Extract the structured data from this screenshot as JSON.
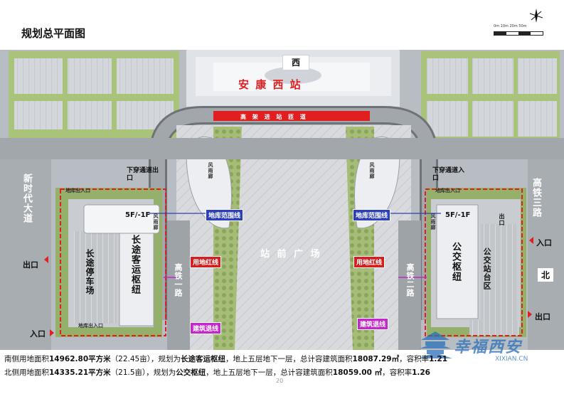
{
  "header": {
    "title": "规划总平面图",
    "scale_ticks": "0m  10m  20m        50m"
  },
  "station": {
    "badge": "西",
    "name": "安 康 西 站",
    "viaduct": "高 架 进 站 匝 道",
    "plaza": "站 前 广 场"
  },
  "roads": {
    "west_avenue": "新时代大道",
    "east_road": "高铁三路",
    "rail_road_1_left": "高铁一路",
    "rail_road_1_right": "高铁二路",
    "north_marker": "北"
  },
  "entrances": {
    "west_exit": "出口",
    "west_entry": "入口",
    "east_entry": "入口",
    "east_exit": "出口",
    "tunnel_left": "下穿通道出口",
    "tunnel_right": "下穿通道入口",
    "depot_gate": "地库出入口",
    "depot_gate_right": "地库出入口",
    "parking_gate": "地库出入口",
    "wind_left_1": "风雨廊",
    "wind_left_2": "风雨廊",
    "wind_right_1": "风雨廊",
    "wind_right_2": "风雨廊"
  },
  "south_block": {
    "floors": "5F/-1F",
    "building": "长途客运枢纽",
    "parking": "长途停车场"
  },
  "north_block": {
    "floors": "5F/-1F",
    "building": "公交枢纽",
    "station_area": "公交站台区",
    "exit_label": "出口"
  },
  "legend_tags": {
    "depot_left": "地库范围线",
    "depot_right": "地库范围线",
    "redline_left": "用地红线",
    "redline_right": "用地红线",
    "setback_left": "建筑退线",
    "setback_right": "建筑退线"
  },
  "footer": {
    "line1_prefix": "南侧用地面积",
    "line1_area": "14962.80平方米",
    "line1_mu": "（22.45亩），规划为",
    "line1_use": "长途客运枢纽",
    "line1_rest": "，地上五层地下一层，总计容建筑面积",
    "line1_gfa": "18087.29㎡",
    "line1_far_label": "，容积率",
    "line1_far": "1.21",
    "line2_prefix": "北侧用地面积",
    "line2_area": "14335.21平方米",
    "line2_mu": "（21.5亩），规划为",
    "line2_use": "公交枢纽",
    "line2_rest": "，地上五层地下一层，总计容建筑面积",
    "line2_gfa": "18059.00 ㎡",
    "line2_far_label": "，容积率",
    "line2_far": "1.26",
    "page_number": "20"
  },
  "watermark": {
    "text": "幸福西安",
    "url": "XIXIAN.CN"
  },
  "colors": {
    "redline": "#e02020",
    "blue_tag": "#2c41b8",
    "pink_tag": "#c328c9",
    "road": "#9ea3a8",
    "grass": "#8fae5a",
    "roof": "#c8cdd3"
  }
}
